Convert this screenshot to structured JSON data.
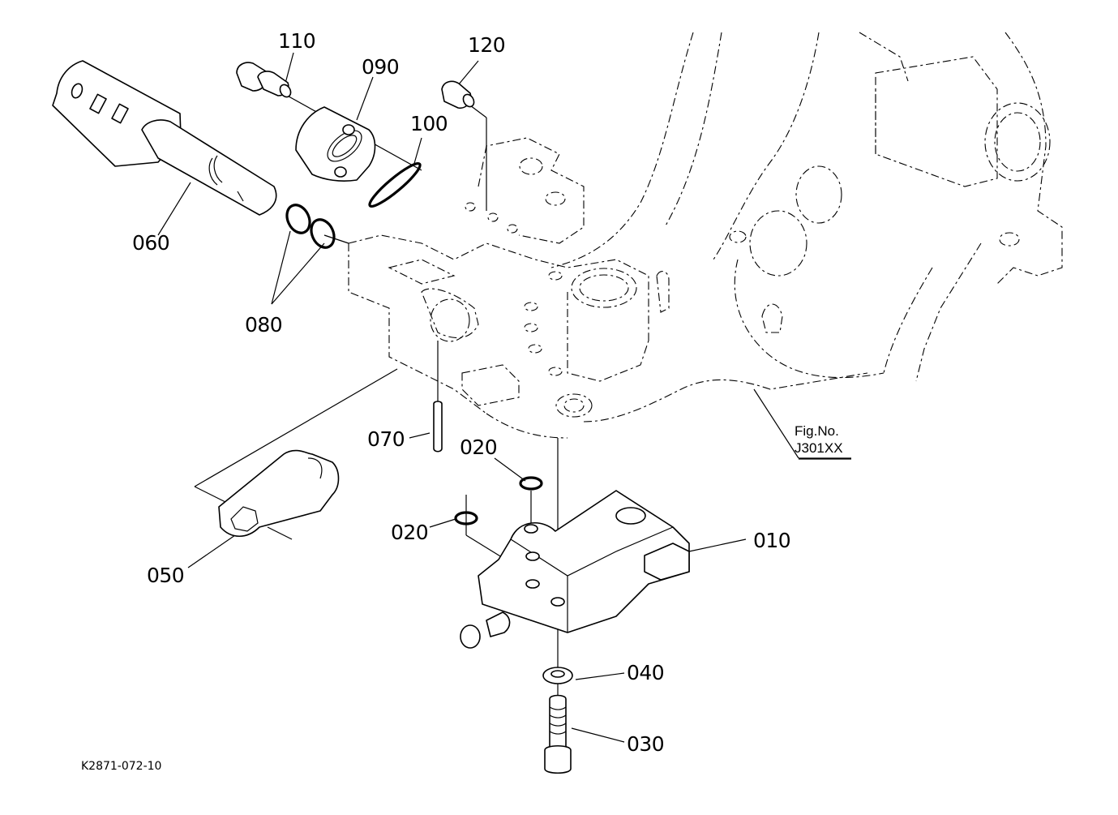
{
  "figure": {
    "fig_label": "Fig.No.",
    "fig_number": "J301XX",
    "drawing_code": "K2871-072-10"
  },
  "parts": [
    {
      "id": "p010",
      "callout": "010",
      "name": "valve-body"
    },
    {
      "id": "p020a",
      "callout": "020",
      "name": "o-ring-upper"
    },
    {
      "id": "p020b",
      "callout": "020",
      "name": "o-ring-lower"
    },
    {
      "id": "p030",
      "callout": "030",
      "name": "bolt"
    },
    {
      "id": "p040",
      "callout": "040",
      "name": "washer"
    },
    {
      "id": "p050",
      "callout": "050",
      "name": "lever-arm"
    },
    {
      "id": "p060",
      "callout": "060",
      "name": "spool-shaft"
    },
    {
      "id": "p070",
      "callout": "070",
      "name": "pin"
    },
    {
      "id": "p080",
      "callout": "080",
      "name": "o-rings-pair"
    },
    {
      "id": "p090",
      "callout": "090",
      "name": "cover-plate"
    },
    {
      "id": "p100",
      "callout": "100",
      "name": "o-ring-cover"
    },
    {
      "id": "p110",
      "callout": "110",
      "name": "plug-bolt"
    },
    {
      "id": "p120",
      "callout": "120",
      "name": "plug"
    }
  ]
}
